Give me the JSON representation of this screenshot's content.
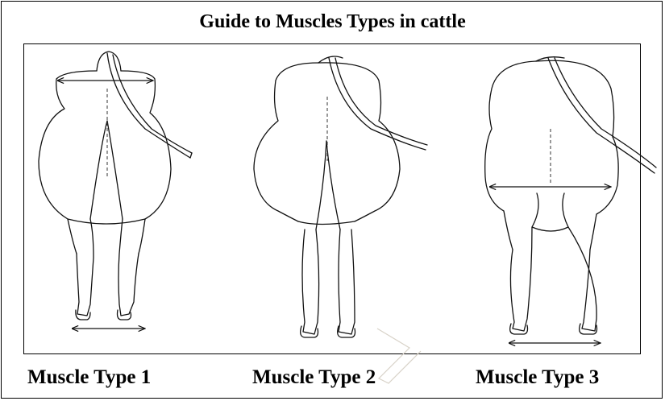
{
  "title": "Guide to Muscles Types in cattle",
  "captions": [
    "Muscle Type 1",
    "Muscle Type 2",
    "Muscle Type 3"
  ]
}
